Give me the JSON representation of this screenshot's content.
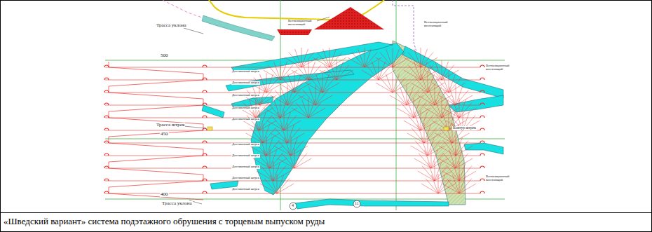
{
  "diagram": {
    "caption": "«Шведский вариант» система подэтажного обрушения с торцевым выпуском руды",
    "labels": [
      "Трасса уклона",
      "500",
      "Трасса штрек",
      "450",
      "400",
      "Трасса уклона",
      "Контур штрек",
      "Вентиляционный восстающий",
      "Вентиляционный восстающий",
      "Вентиляционный восстающий",
      "Вентиляционный восстающий",
      "Доставочный штрек",
      "Доставочный штрек",
      "Доставочный штрек",
      "Доставочный штрек",
      "Доставочный штрек",
      "Доставочный штрек",
      "Доставочный штрек",
      "Доставочный штрек",
      "Доставочный штрек",
      "Доставочный штрек",
      "4",
      "11"
    ]
  }
}
